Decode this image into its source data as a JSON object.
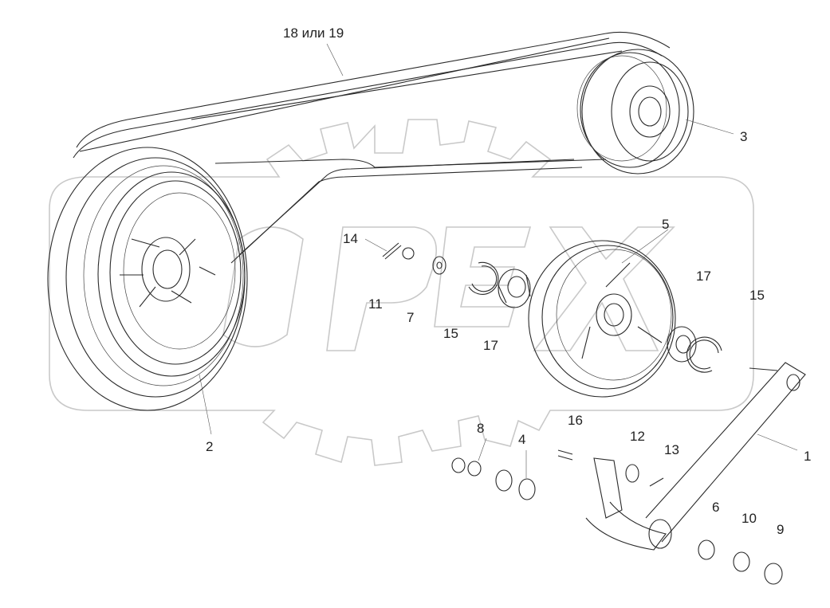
{
  "callouts": [
    {
      "key": "belt",
      "text": "18 или 19"
    },
    {
      "key": "pulley_driven",
      "text": "3"
    },
    {
      "key": "idler_pulley",
      "text": "5"
    },
    {
      "key": "split_pin_14",
      "text": "14"
    },
    {
      "key": "part_11",
      "text": "11"
    },
    {
      "key": "part_7",
      "text": "7"
    },
    {
      "key": "ring_15_left",
      "text": "15"
    },
    {
      "key": "bearing_17_left",
      "text": "17"
    },
    {
      "key": "bearing_17_right",
      "text": "17"
    },
    {
      "key": "ring_15_right",
      "text": "15"
    },
    {
      "key": "pulley_drive",
      "text": "2"
    },
    {
      "key": "arm",
      "text": "1"
    },
    {
      "key": "washer_8",
      "text": "8"
    },
    {
      "key": "washer_4",
      "text": "4"
    },
    {
      "key": "pin_16",
      "text": "16"
    },
    {
      "key": "washer_12",
      "text": "12"
    },
    {
      "key": "pin_13",
      "text": "13"
    },
    {
      "key": "washer_6",
      "text": "6"
    },
    {
      "key": "nut_10",
      "text": "10"
    },
    {
      "key": "nut_9",
      "text": "9"
    }
  ],
  "watermark": {
    "text": "OPEX",
    "color": "#c9c9c9"
  },
  "colors": {
    "line": "#2a2a2a",
    "text": "#222222",
    "background": "#ffffff"
  }
}
